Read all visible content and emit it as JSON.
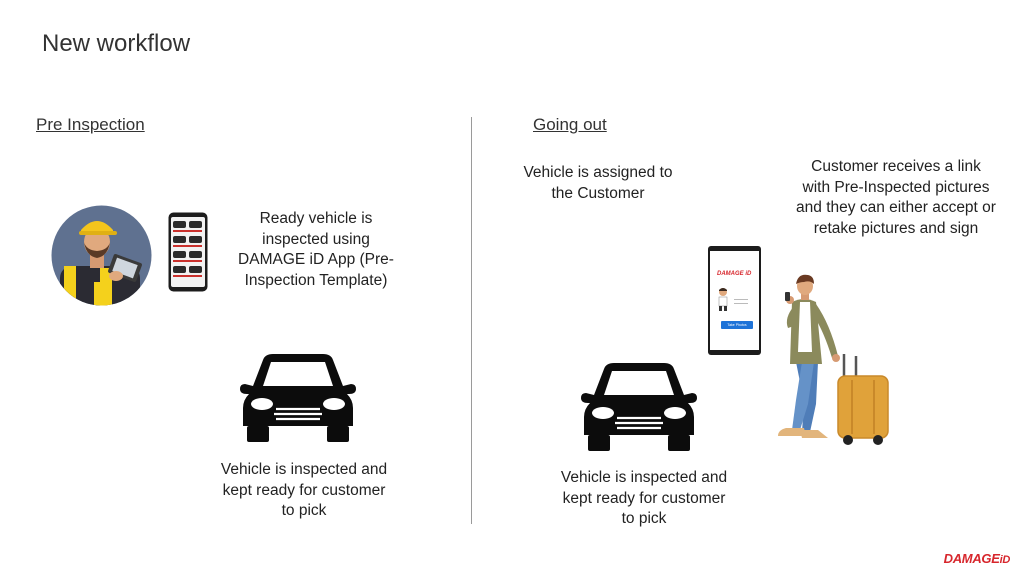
{
  "title": "New workflow",
  "pre_inspection": {
    "heading": "Pre Inspection",
    "step1_text": "Ready vehicle is inspected using DAMAGE iD App (Pre-Inspection Template)",
    "step2_text": "Vehicle is inspected and kept ready for customer to pick"
  },
  "going_out": {
    "heading": "Going out",
    "assigned_text": "Vehicle is assigned to the Customer",
    "customer_text": "Customer receives a link with Pre-Inspected pictures and they can either accept or retake pictures and sign",
    "step2_text": "Vehicle is inspected and kept ready for customer to pick",
    "phone_logo": "DAMAGE iD",
    "phone_button": "Take Photos"
  },
  "brand": {
    "main": "DAMAGE",
    "suffix": "iD",
    "color": "#d7262c"
  },
  "icons": [
    "inspector-avatar-icon",
    "phone-gallery-icon",
    "car-icon",
    "phone-app-icon",
    "customer-luggage-icon"
  ]
}
